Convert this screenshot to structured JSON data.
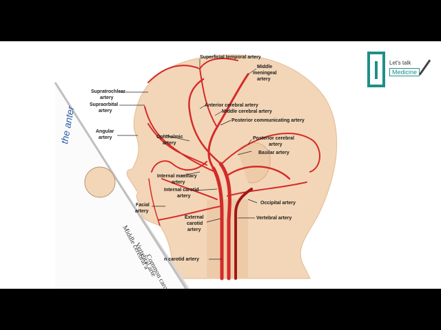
{
  "labels": {
    "superficial_temporal": "Superficial temporal artery",
    "middle_meningeal_1": "Middle",
    "middle_meningeal_2": "meningeal",
    "middle_meningeal_3": "artery",
    "supratrochlear_1": "Supratrochlear",
    "supratrochlear_2": "artery",
    "supraorbital_1": "Supraorbital",
    "supraorbital_2": "artery",
    "anterior_cerebral": "Anterior cerebral artery",
    "middle_cerebral": "Middle cerebral artery",
    "posterior_communicating": "Posterior communicating artery",
    "angular_1": "Angular",
    "angular_2": "artery",
    "ophthalmic_1": "Ophthalmic",
    "ophthalmic_2": "artery",
    "posterior_cerebral_1": "Posterior cerebral",
    "posterior_cerebral_2": "artery",
    "basilar": "Basilar artery",
    "internal_maxillary_1": "Internal maxillary",
    "internal_maxillary_2": "artery",
    "internal_carotid_1": "Internal carotid",
    "internal_carotid_2": "artery",
    "occipital": "Occipital artery",
    "facial_1": "Facial",
    "facial_2": "artery",
    "external_carotid_1": "External",
    "external_carotid_2": "carotid",
    "external_carotid_3": "artery",
    "vertebral": "Vertebral artery",
    "common_carotid": "n carotid artery"
  },
  "page_edge": {
    "line1": "the anter",
    "line2": "Middle cerebral a",
    "line3": "Vertebral arte",
    "line4": "Common caro"
  },
  "logo": {
    "line1": "Let's talk",
    "line2": "Medicine"
  },
  "colors": {
    "skin": "#f3d6b7",
    "artery": "#d42a2a",
    "logo": "#1f8f87"
  }
}
